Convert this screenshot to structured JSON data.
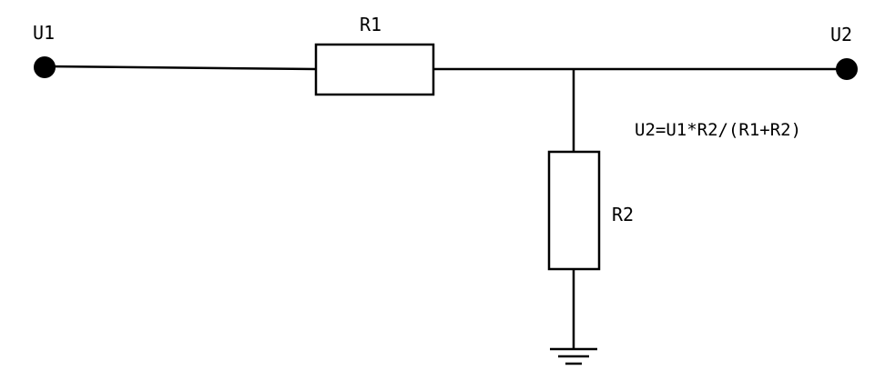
{
  "labels": {
    "input_terminal": "U1",
    "output_terminal": "U2",
    "series_resistor": "R1",
    "shunt_resistor": "R2"
  },
  "formula": "U2=U1*R2/(R1+R2)"
}
